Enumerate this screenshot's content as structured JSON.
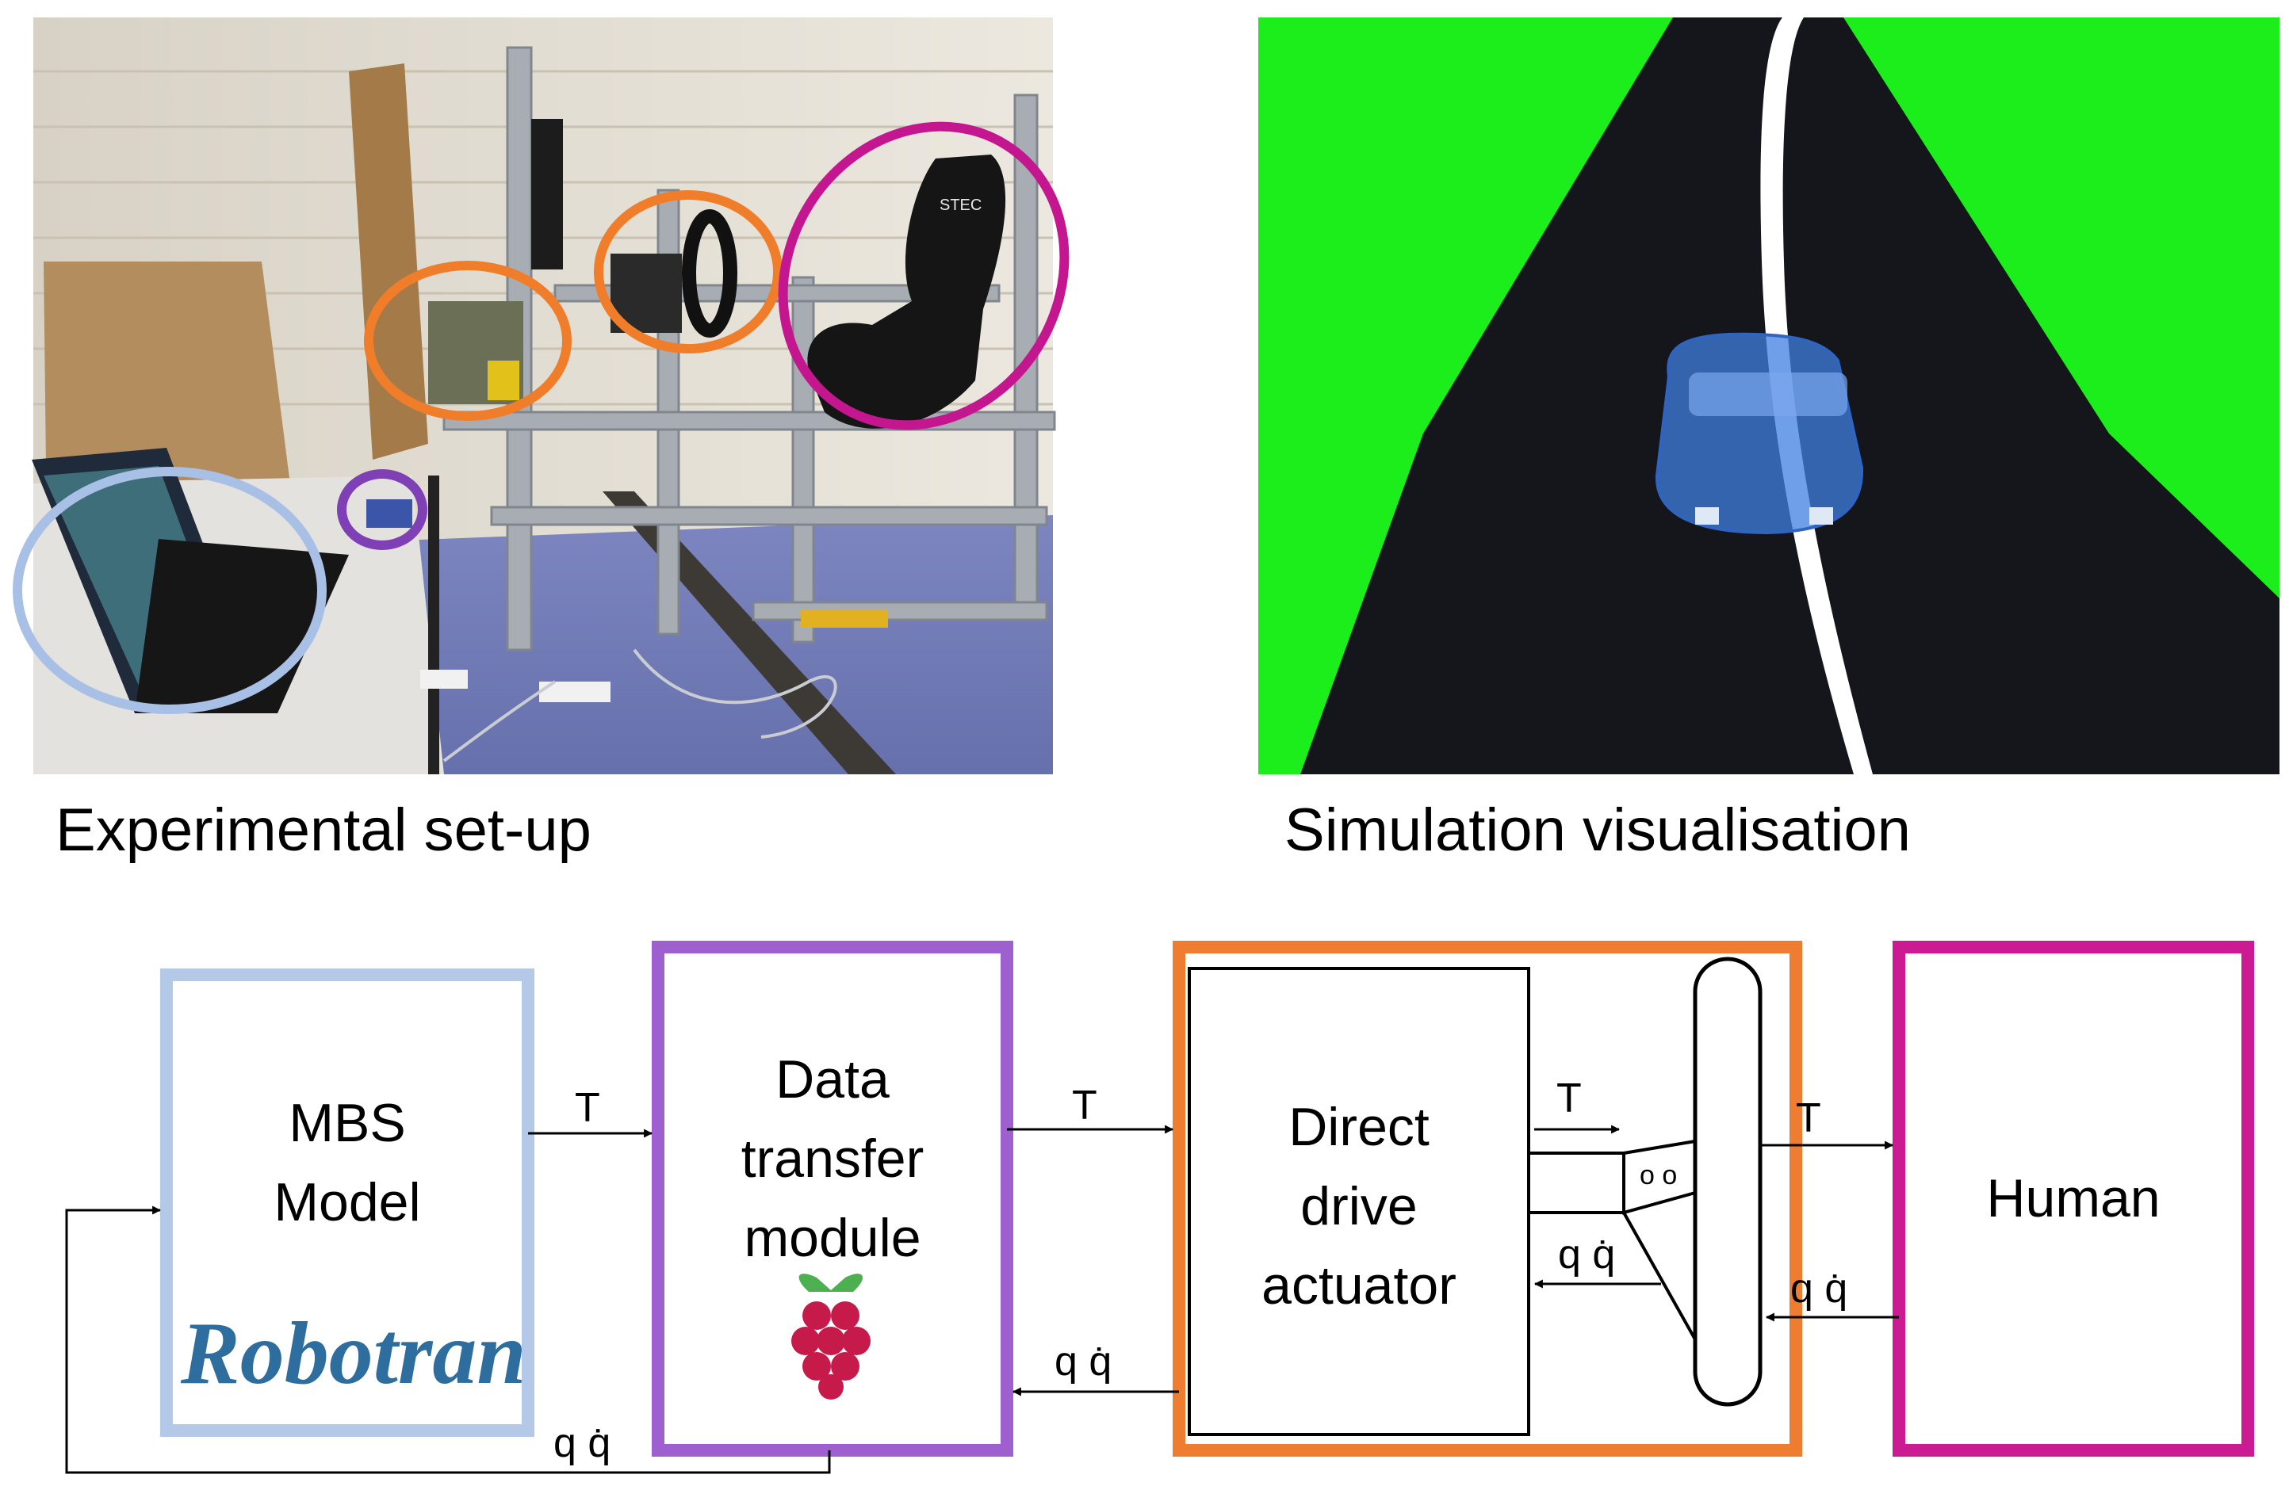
{
  "photo": {
    "caption": "Experimental set-up",
    "seat_logo": "STEC",
    "annotation_colors": {
      "mbs_model": "#a9c0e6",
      "data_transfer": "#7f3fb5",
      "actuator": "#ef7d29",
      "human": "#c4168f"
    }
  },
  "simulation": {
    "caption": "Simulation visualisation",
    "grass_color": "#1bee1b",
    "road_color": "#15161b",
    "line_color": "#ffffff",
    "car_color": "#3f7fe0"
  },
  "diagram": {
    "mbs": {
      "line1": "MBS",
      "line2": "Model",
      "logo": "Robotran",
      "color": "#b4c9e8"
    },
    "data": {
      "line1": "Data",
      "line2": "transfer",
      "line3": "module",
      "logo_icon": "raspberry-pi-icon",
      "color": "#9e5fcf"
    },
    "actuator": {
      "line1": "Direct",
      "line2": "drive",
      "line3": "actuator",
      "color": "#ee7d31"
    },
    "human": {
      "label": "Human",
      "color": "#cc1b92"
    },
    "signals": {
      "torque": "T",
      "state": "q q̇"
    }
  }
}
